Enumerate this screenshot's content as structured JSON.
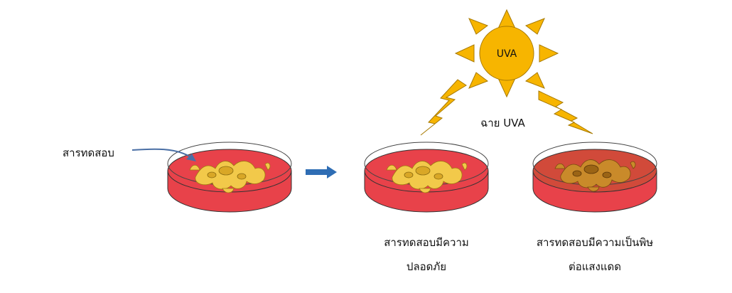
{
  "labels": {
    "test_substance": "สารทดสอบ",
    "uva_sun": "UVA",
    "irradiate": "ฉาย UVA",
    "safe_line1": "สารทดสอบมีความ",
    "safe_line2": "ปลอดภัย",
    "toxic_line1": "สารทดสอบมีความเป็นพิษ",
    "toxic_line2": "ต่อแสงแดด"
  },
  "colors": {
    "medium_red": "#e8424a",
    "cells_yellow": "#f2c94a",
    "cells_damaged": "#c98a2a",
    "sun_yellow": "#f7b500",
    "arrow_blue": "#2e6db4"
  },
  "icons": [
    "petri-dish-icon",
    "sun-icon",
    "lightning-bolt-icon",
    "arrow-right-icon"
  ]
}
